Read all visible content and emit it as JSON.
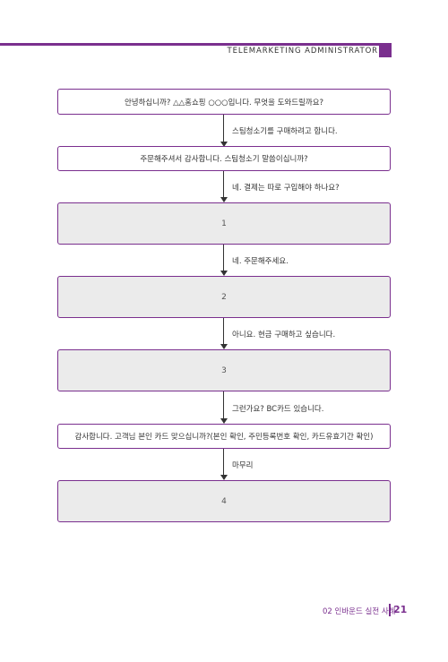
{
  "header": {
    "title": "TELEMARKETING ADMINISTRATOR"
  },
  "flow": {
    "greeting": "안녕하십니까? △△홈쇼핑 ○○○입니다. 무엇을 도와드릴까요?",
    "reply_1": "스팀청소기를 구매하려고 합니다.",
    "thanks": "주문해주셔서 감사합니다. 스팀청소기 말씀이십니까?",
    "reply_2": "네. 결제는 따로 구입해야 하나요?",
    "blank_1": "1",
    "reply_3": "네. 주문해주세요.",
    "blank_2": "2",
    "reply_4": "아니요. 현금 구매하고 싶습니다.",
    "blank_3": "3",
    "reply_5": "그런가요? BC카드 있습니다.",
    "confirm": "감사합니다. 고객님 본인 카드 맞으십니까?(본인 확인, 주민등록번호 확인, 카드유효기간 확인)",
    "reply_6": "마무리",
    "blank_4": "4"
  },
  "footer": {
    "chapter": "02 인바운드 실전 사례",
    "page": "21"
  }
}
